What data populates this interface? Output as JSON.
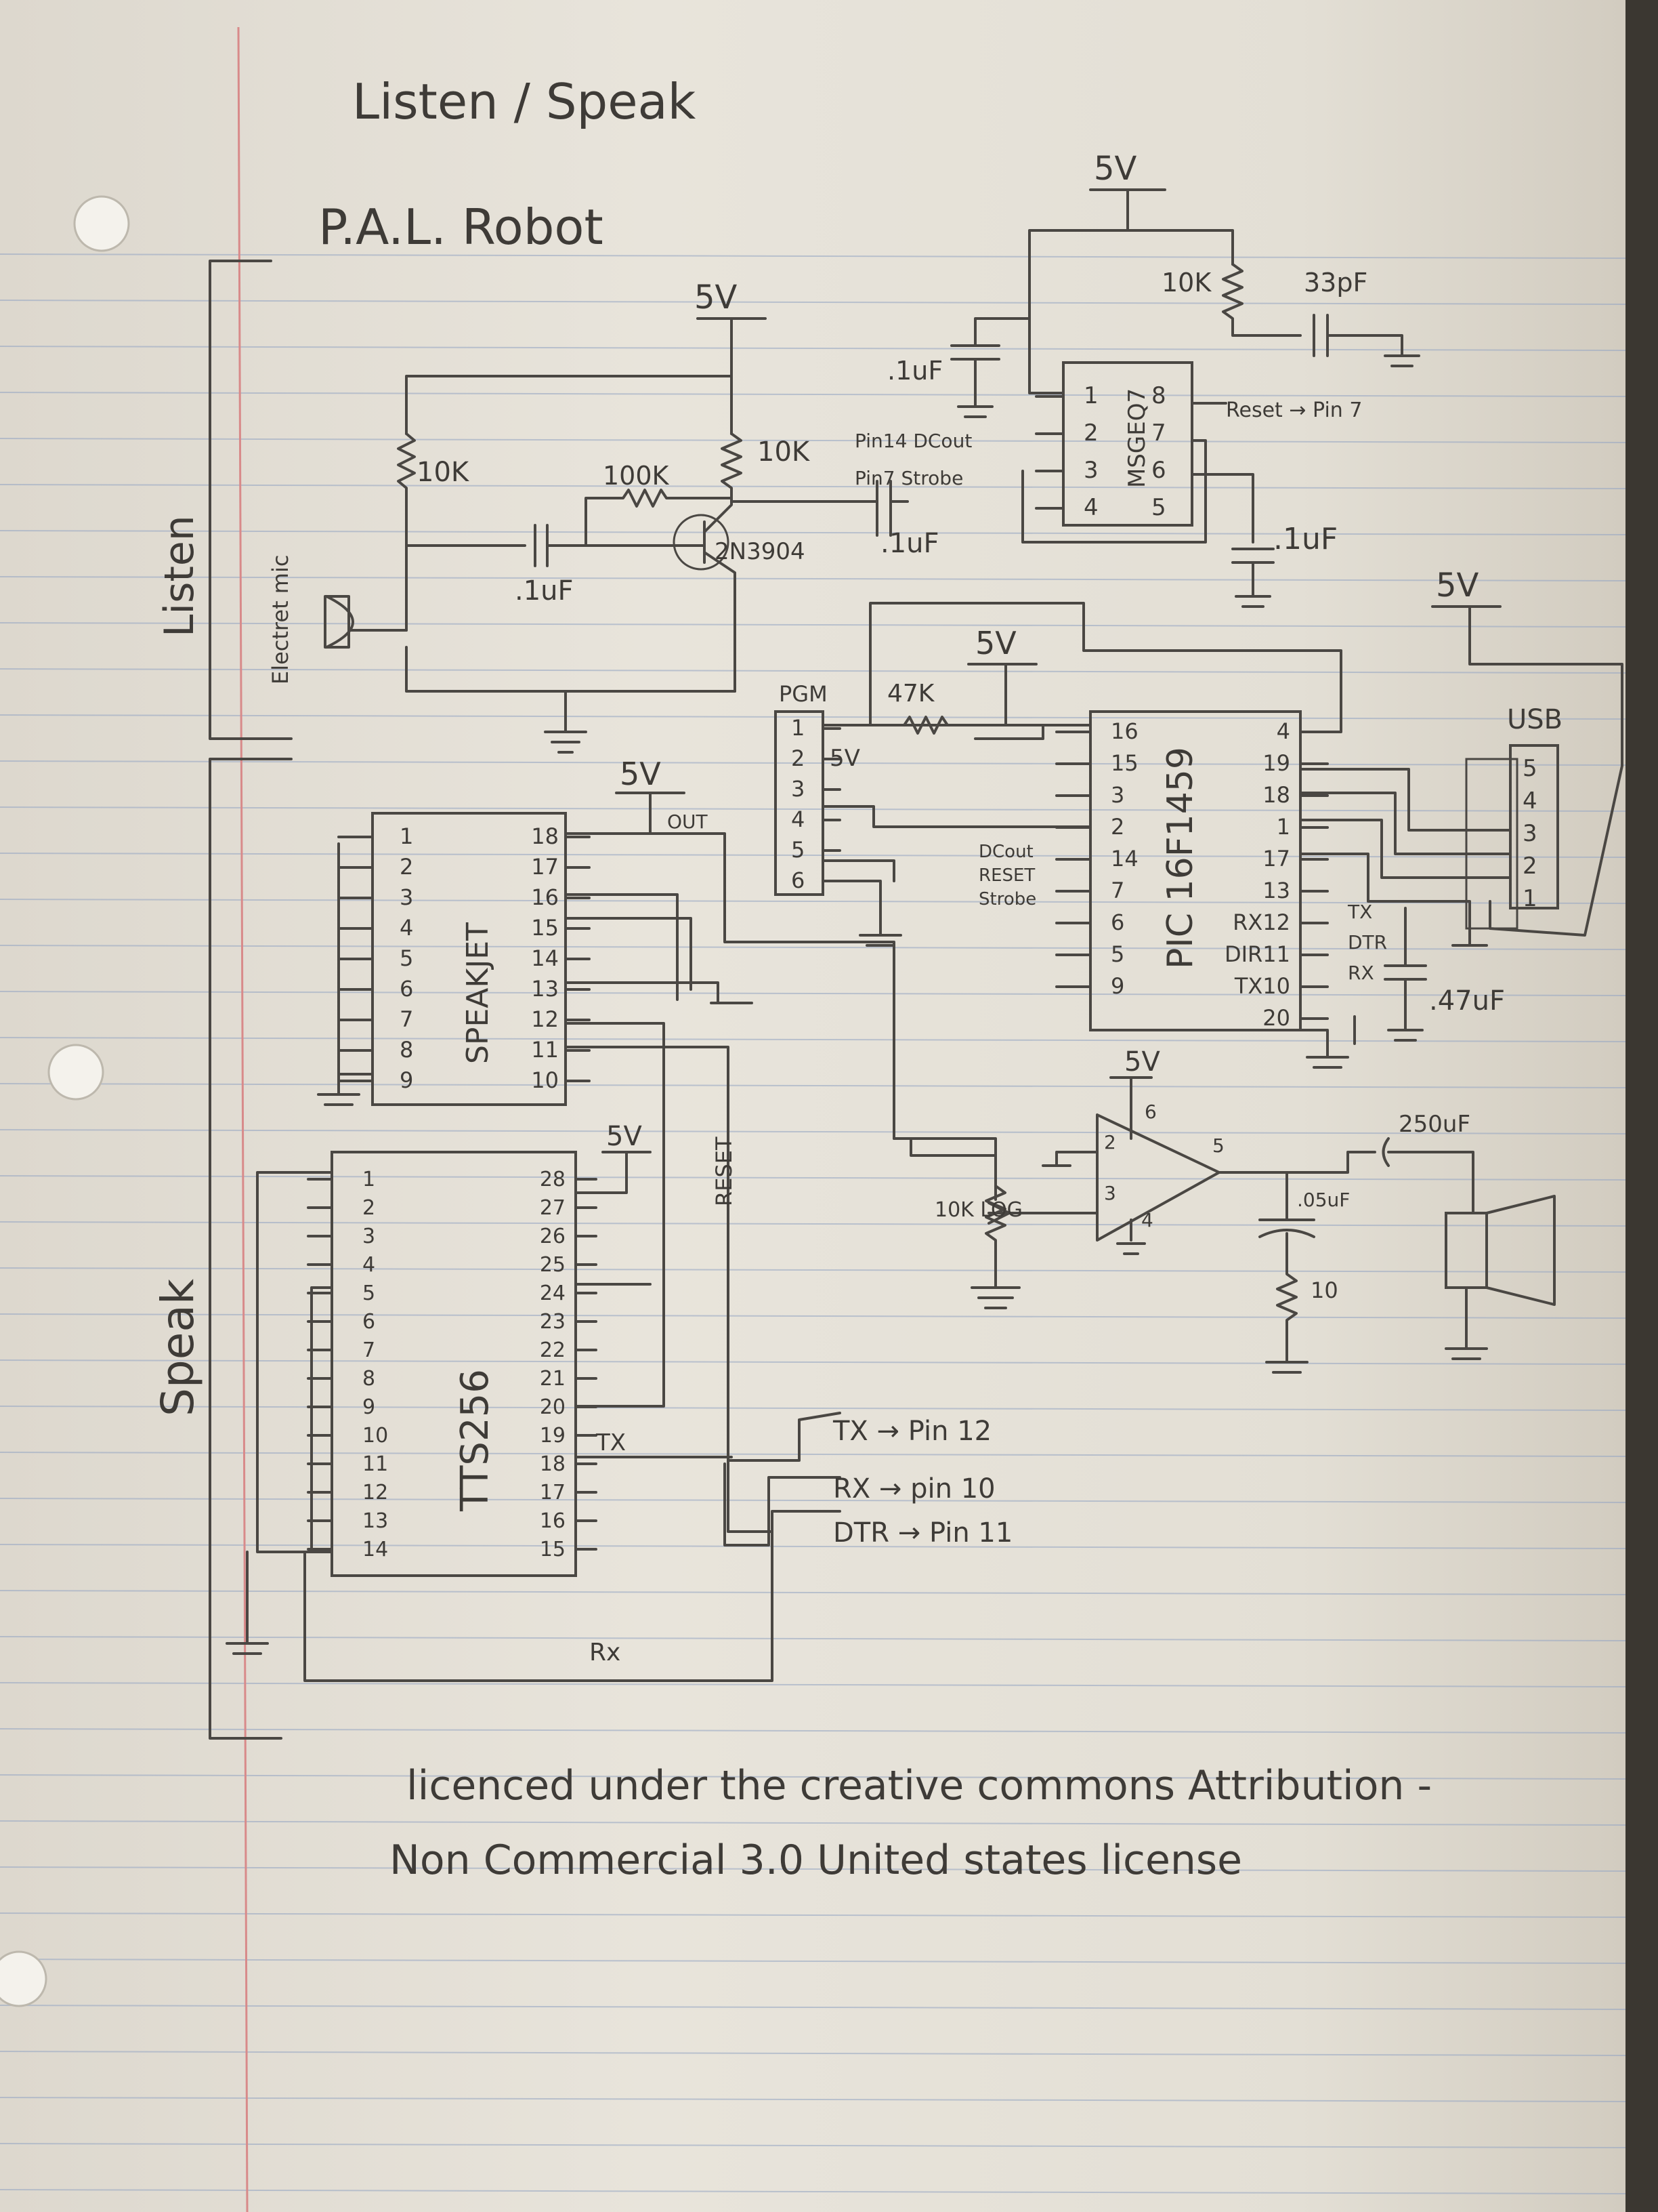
{
  "title_line1": "Listen / Speak",
  "title_line2": "P.A.L. Robot",
  "sections": {
    "listen": "Listen",
    "speak": "Speak"
  },
  "license_line1": "licenced under the creative commons Attribution -",
  "license_line2": "Non Commercial 3.0 United states license",
  "supply": {
    "main": "5V",
    "eq": "5V",
    "usb": "5V",
    "pic": "5V",
    "speakjet": "5V",
    "tts": "5V",
    "amp": "5V",
    "pgm2": "5V"
  },
  "mic": {
    "label": "Electret mic",
    "r1": "10K",
    "r2": "10K",
    "r3": "100K",
    "cap_in": ".1uF",
    "transistor": "2N3904",
    "cap_out": ".1uF"
  },
  "eq": {
    "name": "MSGEQ7",
    "r": "10K",
    "c_clk": "33pF",
    "c_dec": ".1uF",
    "c_ref": ".1uF",
    "pins_left": [
      "1",
      "2",
      "3",
      "4"
    ],
    "pins_right": [
      "8",
      "7",
      "6",
      "5"
    ],
    "dc_label": "Pin14 DCout",
    "strobe_label": "Pin7 Strobe",
    "reset_label": "Reset → Pin 7"
  },
  "pic": {
    "name": "PIC 16F1459",
    "pins_left": [
      "16",
      "15",
      "3",
      "2",
      "14",
      "7",
      "6",
      "5",
      "9"
    ],
    "pins_right": [
      "4",
      "19",
      "18",
      "1",
      "17",
      "13",
      "RX12",
      "DIR11",
      "TX10",
      "20"
    ],
    "in_labels": [
      "DCout",
      "RESET",
      "Strobe"
    ],
    "out_labels": [
      "TX",
      "DTR",
      "RX"
    ],
    "r": "47K",
    "cap": ".47uF"
  },
  "pgm": {
    "label": "PGM",
    "pins": [
      "1",
      "2",
      "3",
      "4",
      "5",
      "6"
    ],
    "pin2": "5V"
  },
  "usb": {
    "label": "USB",
    "pins": [
      "5",
      "4",
      "3",
      "2",
      "1"
    ]
  },
  "speakjet": {
    "name": "SPEAKJET",
    "pins_left": [
      "1",
      "2",
      "3",
      "4",
      "5",
      "6",
      "7",
      "8",
      "9"
    ],
    "pins_right": [
      "18",
      "17",
      "16",
      "15",
      "14",
      "13",
      "12",
      "11",
      "10"
    ],
    "out": "OUT",
    "reset": "RESET"
  },
  "tts": {
    "name": "TTS256",
    "pins_left": [
      "1",
      "2",
      "3",
      "4",
      "5",
      "6",
      "7",
      "8",
      "9",
      "10",
      "11",
      "12",
      "13",
      "14"
    ],
    "pins_right": [
      "28",
      "27",
      "26",
      "25",
      "24",
      "23",
      "22",
      "21",
      "20",
      "19",
      "18",
      "17",
      "16",
      "15"
    ],
    "tx": "TX",
    "rx": "Rx"
  },
  "amp": {
    "pins": [
      "2",
      "6",
      "3",
      "4",
      "5"
    ],
    "pot": "10K LOG",
    "c_out": "250uF",
    "c_zobel": ".05uF",
    "r_zobel": "10"
  },
  "serial": {
    "tx": "TX → Pin 12",
    "rx": "RX → pin 10",
    "dtr": "DTR → Pin 11"
  }
}
